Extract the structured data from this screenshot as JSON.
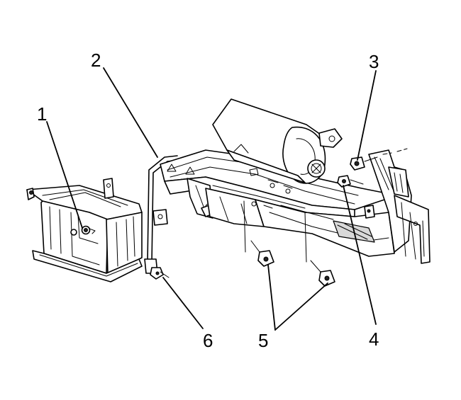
{
  "callouts": [
    {
      "id": "1",
      "label": "1"
    },
    {
      "id": "2",
      "label": "2"
    },
    {
      "id": "3",
      "label": "3"
    },
    {
      "id": "4",
      "label": "4"
    },
    {
      "id": "5",
      "label": "5"
    },
    {
      "id": "6",
      "label": "6"
    }
  ],
  "colors": {
    "line": "#000000",
    "background": "#ffffff",
    "shade": "#d9d9d9"
  }
}
